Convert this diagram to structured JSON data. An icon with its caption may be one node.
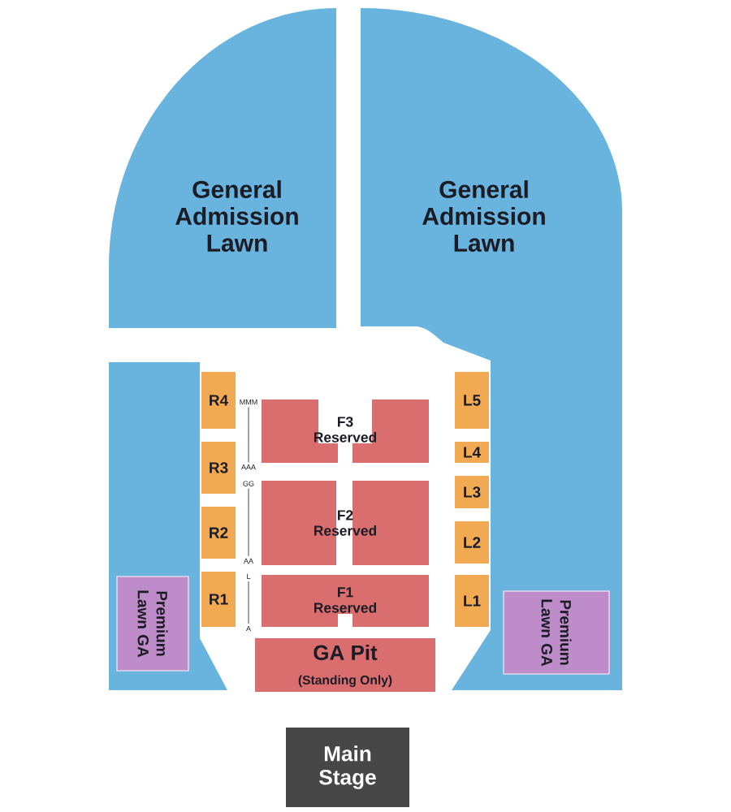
{
  "diagram": {
    "nodes": [
      {
        "text": [
          "General Admission Lawn"
        ]
      },
      {
        "text": [
          "General Admission Lawn"
        ]
      },
      {
        "text": [],
        "shape": "box"
      },
      {
        "text": [
          "Premium Lawn GA"
        ],
        "in": 2
      },
      {
        "text": [
          "R4"
        ]
      },
      {
        "text": [
          "R3"
        ]
      },
      {
        "text": [
          "R2"
        ]
      },
      {
        "text": [
          "R1"
        ]
      },
      {
        "text": [
          "F3 Reserved"
        ],
        "beside": [
          "MMM",
          "AAA"
        ]
      },
      {
        "text": [
          "F2 Reserved"
        ],
        "beside": [
          "GG",
          "AA"
        ]
      },
      {
        "text": [
          "F1 Reserved"
        ],
        "beside": [
          "L",
          "A"
        ]
      },
      {
        "text": [
          "L5"
        ]
      },
      {
        "text": [
          "L4"
        ]
      },
      {
        "text": [
          "L3"
        ]
      },
      {
        "text": [
          "L2"
        ]
      },
      {
        "text": [
          "L1"
        ]
      },
      {
        "text": [
          "Premium Lawn GA"
        ],
        "in": 1
      },
      {
        "text": [
          "GA Pit",
          "(Standing Only)"
        ]
      },
      {
        "text": [
          "Main Stage"
        ]
      }
    ]
  }
}
